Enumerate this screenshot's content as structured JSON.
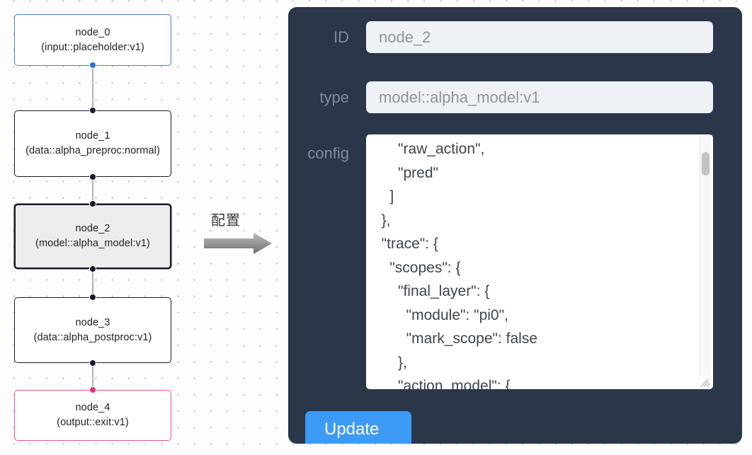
{
  "graph": {
    "nodes": [
      {
        "id": "node_0",
        "label": "node_0\n(input::placeholder:v1)",
        "role": "input",
        "selected": false
      },
      {
        "id": "node_1",
        "label": "node_1\n(data::alpha_preproc:normal)",
        "role": "default",
        "selected": false
      },
      {
        "id": "node_2",
        "label": "node_2\n(model::alpha_model:v1)",
        "role": "default",
        "selected": true
      },
      {
        "id": "node_3",
        "label": "node_3\n(data::alpha_postproc:v1)",
        "role": "default",
        "selected": false
      },
      {
        "id": "node_4",
        "label": "node_4\n(output::exit:v1)",
        "role": "output",
        "selected": false
      }
    ]
  },
  "annotation": {
    "text": "配置",
    "arrow_icon": "right-arrow-icon"
  },
  "panel": {
    "fields": {
      "id": {
        "label": "ID",
        "value": "node_2"
      },
      "type": {
        "label": "type",
        "value": "model::alpha_model:v1"
      },
      "config": {
        "label": "config",
        "value": "      \"raw_action\",\n      \"pred\"\n    ]\n  },\n  \"trace\": {\n    \"scopes\": {\n      \"final_layer\": {\n        \"module\": \"pi0\",\n        \"mark_scope\": false\n      },\n      \"action_model\": {"
      }
    },
    "update_button": {
      "label": "Update"
    },
    "colors": {
      "panel_bg": "#2b3649",
      "input_bg": "#eef1f6",
      "accent": "#3d9bf5",
      "input_node_border": "#4a7bd0",
      "output_node_border": "#e3559b",
      "handle_blue": "#2e6fd9",
      "handle_pink": "#ef2a87"
    }
  }
}
